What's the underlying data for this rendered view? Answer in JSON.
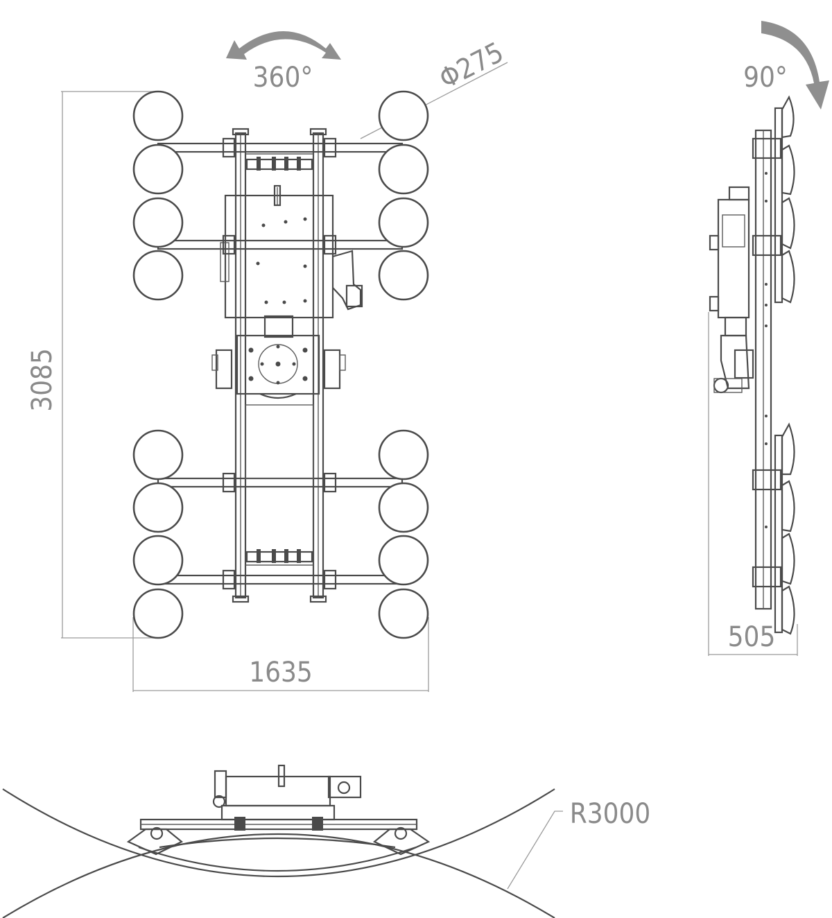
{
  "dimensions": {
    "rotation_top": "360°",
    "cup_diameter": "Φ275",
    "rotation_side": "90°",
    "height": "3085",
    "width": "1635",
    "depth": "505",
    "radius": "R3000"
  },
  "colors": {
    "line": "#4a4a4a",
    "dimension": "#9a9a9a",
    "arrow": "#8f8f8f",
    "text": "#8a8a8a"
  },
  "icons": {
    "rotation_arrow_360": "double-headed-curved-arrow",
    "rotation_arrow_90": "curved-down-arrow"
  }
}
